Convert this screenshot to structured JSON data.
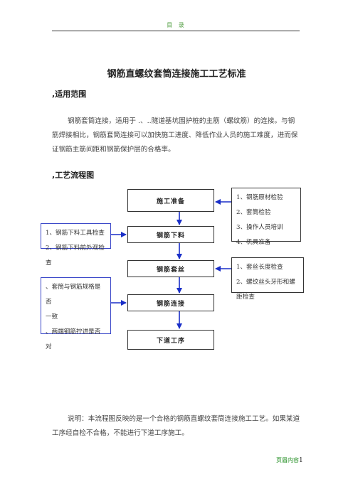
{
  "header": {
    "text": "目 录"
  },
  "title": "钢筋直螺纹套筒连接施工工艺标准",
  "sections": {
    "s1": {
      "heading": "适用范围",
      "marker": ","
    },
    "s2": {
      "heading": "工艺流程图",
      "marker": ","
    }
  },
  "paragraph1": "钢筋套筒连接，适用于 .、..隧道基坑围护桩的主筋（螺纹筋）的连接。与钢筋焊接相比，钢筋套筒连接可以加快施工进度、降低作业人员的施工难度，进而保证钢筋主筋间距和钢筋保护层的合格率。",
  "flow": {
    "steps": [
      "施工准备",
      "钢筋下料",
      "钢筋套丝",
      "钢筋连接",
      "下道工序"
    ],
    "notes_right_1": [
      "1、钢筋原材检验",
      "2、套筒检验",
      "3、操作人员培训",
      "4、机具准备"
    ],
    "notes_left_1": [
      "1、钢筋下料工具检查",
      "2、钢筋下料前外观检查"
    ],
    "notes_right_2": [
      "1、套丝长度检查",
      "2、螺纹丝头牙形和螺距检查"
    ],
    "notes_left_2": [
      "、套筒与钢筋规格是否",
      "一致",
      "、两端钢筋拧进是否对"
    ]
  },
  "paragraph2": "说明：本流程图反映的是一个合格的钢筋直螺纹套筒连接施工工艺。如果某道工序经自检不合格，不能进行下道工序施工。",
  "footer": {
    "text": "页眉内容",
    "page": "1"
  },
  "colors": {
    "accent_green": "#4a9a3a",
    "arrow_blue": "#1a2fc8",
    "box_blue": "#3a47c8"
  }
}
